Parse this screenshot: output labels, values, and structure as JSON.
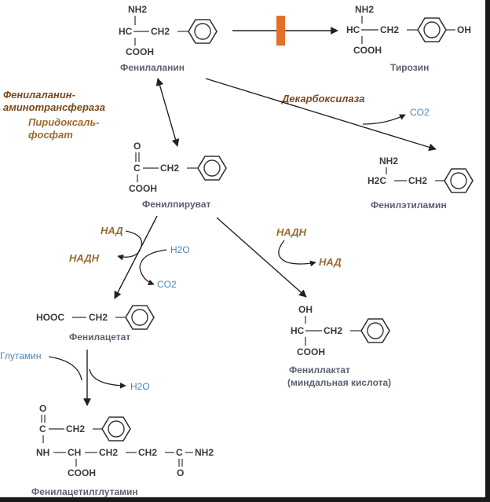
{
  "compounds": {
    "phenylalanine": {
      "name": "Фенилаланин",
      "nh2": "NH2",
      "hc": "HC",
      "ch2": "CH2",
      "cooh": "COOH"
    },
    "tyrosine": {
      "name": "Тирозин",
      "nh2": "NH2",
      "hc": "HC",
      "ch2": "CH2",
      "cooh": "COOH",
      "oh": "OH"
    },
    "phenylpyruvate": {
      "name": "Фенилпируват",
      "o": "O",
      "c": "C",
      "ch2": "CH2",
      "cooh": "COOH"
    },
    "phenylethylamine": {
      "name": "Фенилэтиламин",
      "nh2": "NH2",
      "h2c": "H2C",
      "ch2": "CH2"
    },
    "phenylacetate": {
      "name": "Фенилацетат",
      "hooc": "HOOC",
      "ch2": "CH2"
    },
    "phenyllactate": {
      "name": "Фениллактат",
      "name2": "(миндальная кислота)",
      "oh": "OH",
      "hc": "HC",
      "ch2": "CH2",
      "cooh": "COOH"
    },
    "phenylacetylglutamine": {
      "name": "Фенилацетилглутамин",
      "o": "O",
      "c": "C",
      "ch2": "CH2",
      "nh": "NH",
      "ch": "CH",
      "ch2b": "CH2",
      "ch2c": "CH2",
      "c2": "C",
      "nh2": "NH2",
      "cooh": "COOH",
      "o2": "O"
    }
  },
  "enzymes": {
    "aminotransferase_1": "Фенилаланин-",
    "aminotransferase_2": "аминотрансфераза",
    "cofactor_1": "Пиридоксаль-",
    "cofactor_2": "фосфат",
    "decarboxylase": "Декарбоксилаза"
  },
  "cofactors": {
    "co2_top": "CO2",
    "nad_1": "НАД",
    "nadh_1": "НАДН",
    "h2o_1": "H2O",
    "co2_1": "CO2",
    "nadh_2": "НАДН",
    "nad_2": "НАД",
    "glutamine": "Глутамин",
    "h2o_2": "H2O"
  },
  "colors": {
    "text": "#3a3a3a",
    "name": "#5a6170",
    "enzyme": "#7a4a1c",
    "cofactor": "#9a6a2e",
    "accent_blue": "#4b88b6",
    "block": "#e36f2a",
    "arrow": "#222222"
  }
}
